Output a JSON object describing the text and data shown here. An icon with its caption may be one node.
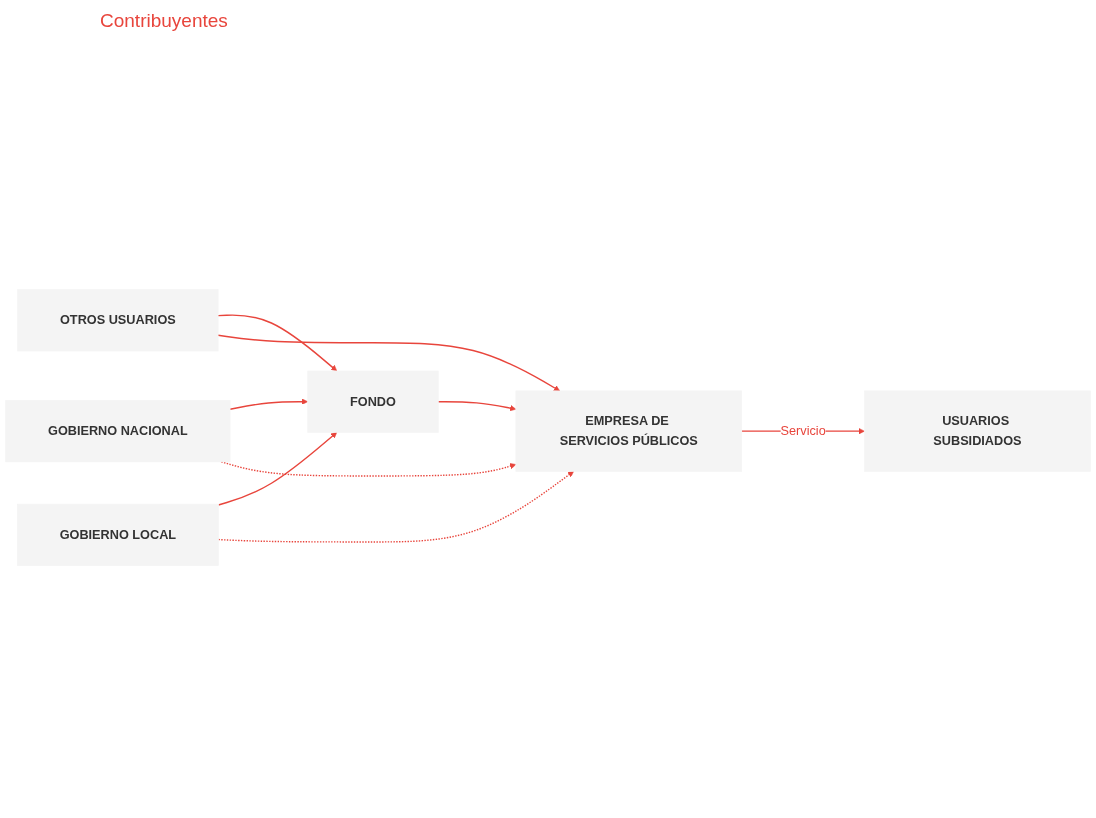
{
  "diagram": {
    "nodes": [
      {
        "text": [
          "GOBIERNO NACIONAL"
        ]
      },
      {
        "text": [
          "GOBIERNO LOCAL"
        ]
      },
      {
        "text": [
          "OTROS USUARIOS"
        ]
      },
      {
        "text": [
          "FONDO"
        ]
      },
      {
        "text": [
          "EMPRESA DE SERVICIOS PÚBLICOS"
        ]
      },
      {
        "text": [
          "USUARIOS SUBSIDIADOS"
        ]
      }
    ],
    "edges": [
      {
        "from": 0,
        "to": 3,
        "arrow": "to"
      },
      {
        "from": 1,
        "to": 3,
        "arrow": "to"
      },
      {
        "from": 2,
        "to": 3,
        "arrow": "to"
      },
      {
        "from": 2,
        "to": 4,
        "arrow": "to"
      },
      {
        "from": 3,
        "to": 4,
        "arrow": "to"
      },
      {
        "from": 4,
        "to": 5,
        "arrow": "to",
        "label": "Servicio"
      },
      {
        "from": 0,
        "to": 4,
        "arrow": "to",
        "style": "dashed"
      },
      {
        "from": 1,
        "to": 4,
        "arrow": "to",
        "style": "dashed"
      }
    ],
    "labels": [
      "Contribuyentes"
    ]
  }
}
